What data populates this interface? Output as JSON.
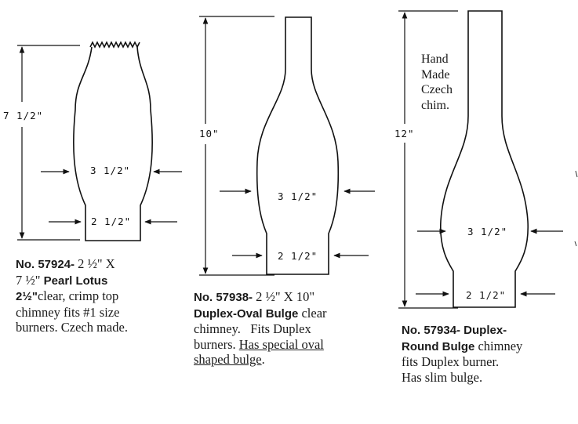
{
  "chimneys": [
    {
      "height_label": "7 1/2\"",
      "bulge_label": "3 1/2\"",
      "base_label": "2 1/2\"",
      "caption": {
        "number": "No. 57924-",
        "size": "2 ½\" X",
        "line2_size": "7 ½\"",
        "name": "Pearl Lotus",
        "line3_prefix": "2½\"",
        "line3_rest": "clear, crimp top",
        "line4": "chimney fits #1 size",
        "line5": "burners. Czech made."
      }
    },
    {
      "height_label": "10\"",
      "bulge_label": "3 1/2\"",
      "base_label": "2 1/2\"",
      "caption": {
        "number": "No. 57938-",
        "size": "2 ½\" X 10\"",
        "name": "Duplex-Oval Bulge",
        "line2_rest": "clear",
        "line3": "chimney.   Fits Duplex",
        "line4_prefix": "burners.",
        "line4_underlined": "Has special oval",
        "line5_underlined": "shaped bulge",
        "line5_end": "."
      }
    },
    {
      "height_label": "12\"",
      "bulge_label": "3 1/2\"",
      "base_label": "2 1/2\"",
      "note": [
        "Hand",
        "Made",
        "Czech",
        "chim."
      ],
      "caption": {
        "number": "No. 57934-",
        "name_part1": "Duplex-",
        "name_part2": "Round Bulge",
        "line2_rest": "chimney",
        "line3": "fits Duplex burner.",
        "line4": "Has slim bulge."
      }
    }
  ]
}
